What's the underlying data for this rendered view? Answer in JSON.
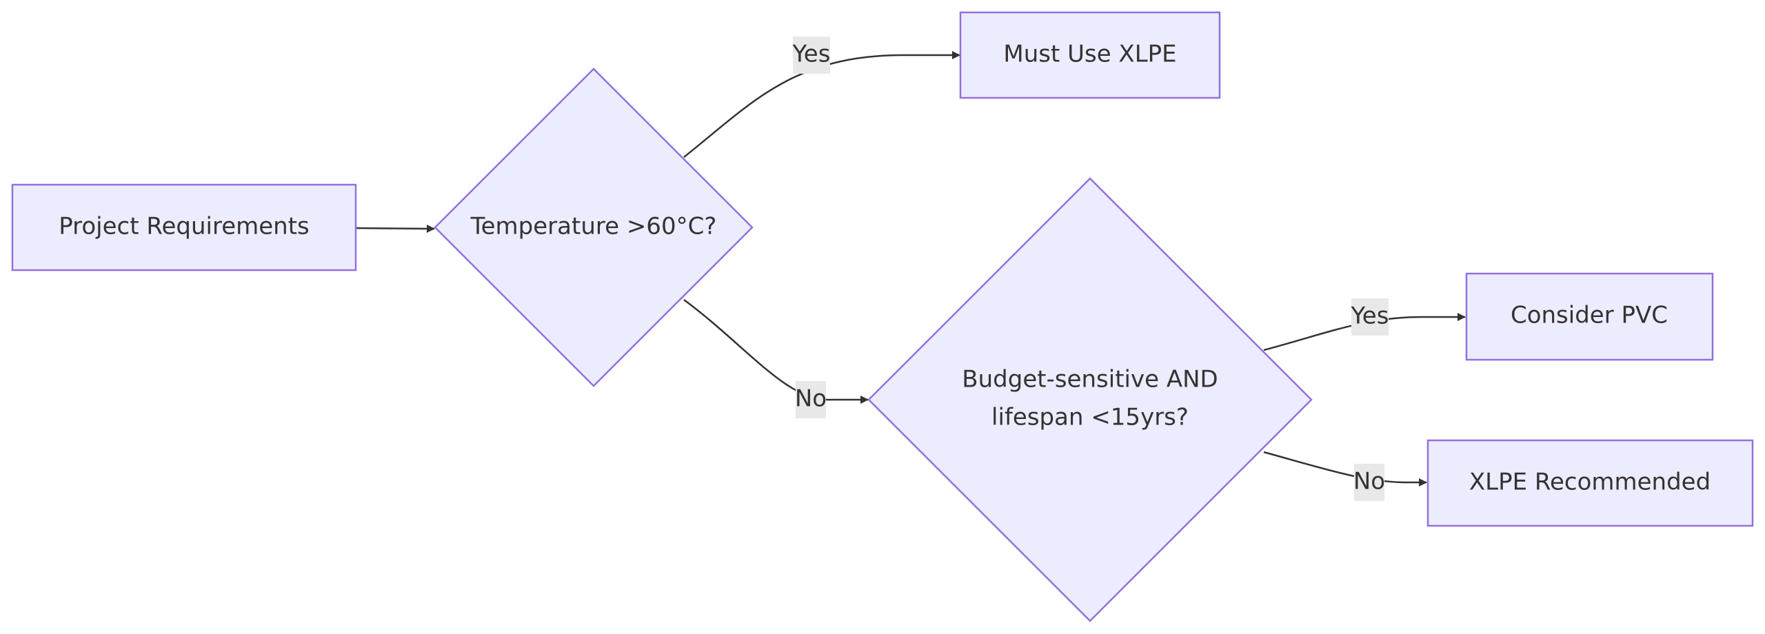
{
  "nodes": {
    "project_requirements": {
      "label": "Project Requirements"
    },
    "temperature_check": {
      "label": "Temperature >60°C?"
    },
    "must_use_xlpe": {
      "label": "Must Use XLPE"
    },
    "budget_check": {
      "line1": "Budget-sensitive AND",
      "line2": "lifespan <15yrs?"
    },
    "consider_pvc": {
      "label": "Consider PVC"
    },
    "xlpe_recommended": {
      "label": "XLPE Recommended"
    }
  },
  "edges": {
    "temp_yes": {
      "label": "Yes"
    },
    "temp_no": {
      "label": "No"
    },
    "budget_yes": {
      "label": "Yes"
    },
    "budget_no": {
      "label": "No"
    }
  },
  "colors": {
    "node_fill": "#ECECFF",
    "node_stroke": "#9370DB",
    "edge": "#333333",
    "edge_label_bg": "#e8e8e8",
    "text": "#333333"
  }
}
